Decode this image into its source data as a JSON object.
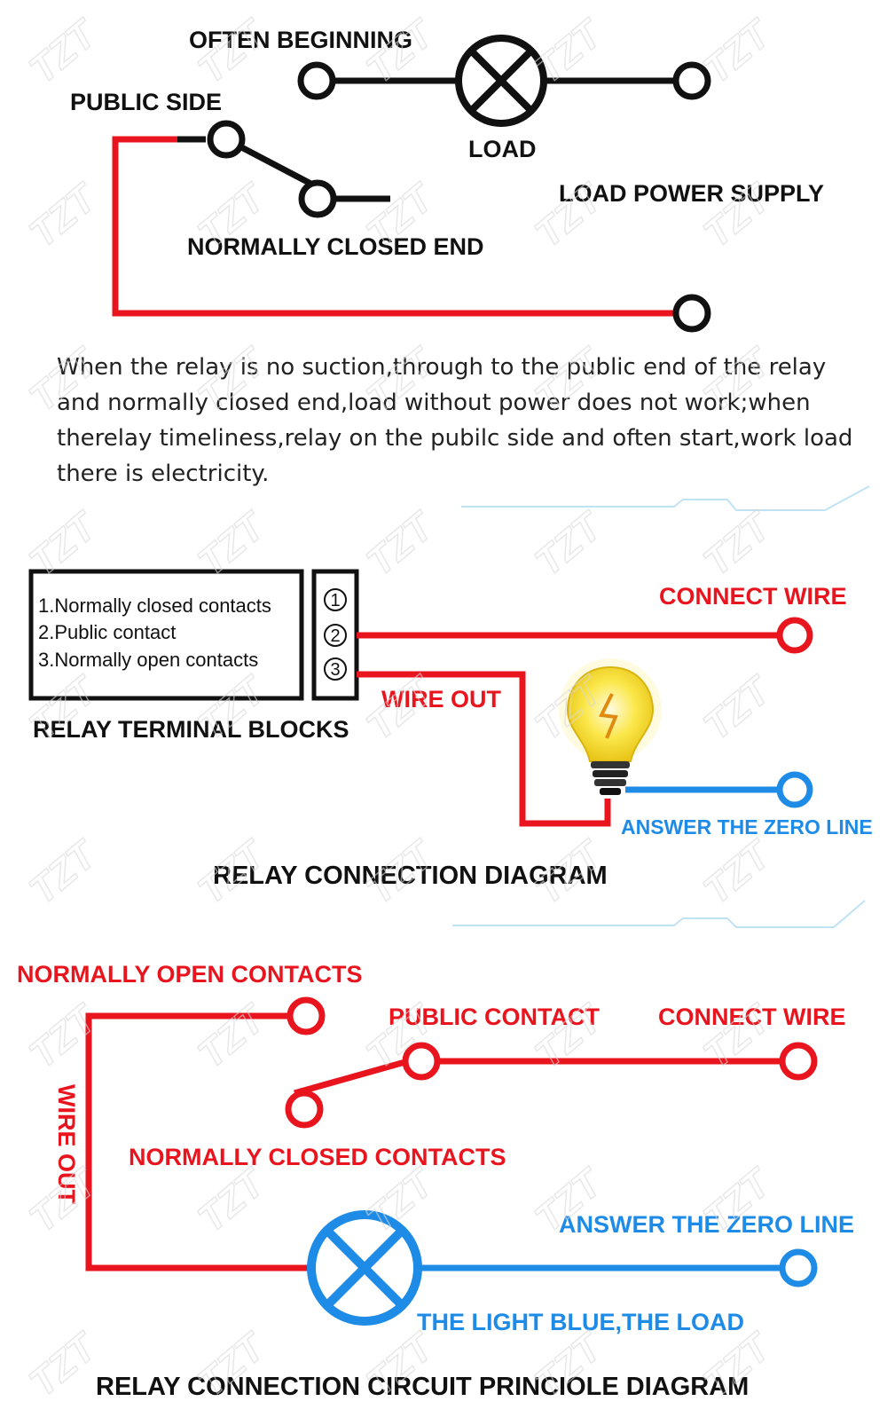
{
  "colors": {
    "black": "#111111",
    "red": "#e8141e",
    "blue": "#1e8be6",
    "bulb_yellow": "#f7e32e"
  },
  "section1": {
    "often_beginning": "OFTEN BEGINNING",
    "public_side": "PUBLIC SIDE",
    "load": "LOAD",
    "load_power_supply": "LOAD POWER SUPPLY",
    "normally_closed_end": "NORMALLY CLOSED END",
    "description": [
      "When the relay is no suction,through to the public end of the relay",
      "and normally closed end,load without power does not work;when",
      "therelay timeliness,relay on the pubilc side and often start,work load",
      "there is electricity."
    ]
  },
  "section2": {
    "terminal_list": [
      "1.Normally closed contacts",
      "2.Public contact",
      "3.Normally open contacts"
    ],
    "terminal_numbers": [
      "1",
      "2",
      "3"
    ],
    "relay_terminal_blocks": "RELAY TERMINAL BLOCKS",
    "connect_wire": "CONNECT WIRE",
    "wire_out": "WIRE OUT",
    "answer_zero_line": "ANSWER THE ZERO LINE",
    "title": "RELAY CONNECTION DIAGRAM"
  },
  "section3": {
    "normally_open_contacts": "NORMALLY OPEN CONTACTS",
    "public_contact": "PUBLIC CONTACT",
    "connect_wire": "CONNECT WIRE",
    "wire_out": "WIRE OUT",
    "normally_closed_contacts": "NORMALLY CLOSED CONTACTS",
    "answer_zero_line": "ANSWER THE ZERO LINE",
    "light_blue_load": "THE LIGHT BLUE,THE LOAD",
    "title": "RELAY CONNECTION CIRCUIT PRINCIOLE DIAGRAM"
  },
  "watermark": "TZT"
}
